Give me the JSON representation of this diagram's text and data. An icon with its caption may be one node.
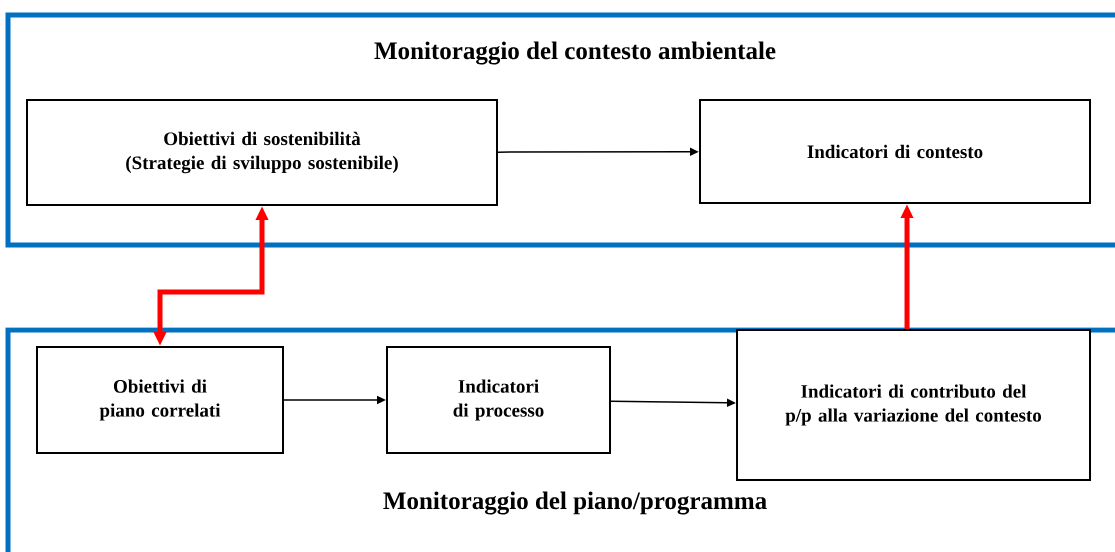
{
  "diagram": {
    "nodes": [
      {
        "text": [
          "Monitoraggio del contesto ambientale"
        ]
      },
      {
        "text": [
          "Obiettivi di sostenibilità (Strategie di sviluppo sostenibile)"
        ],
        "in": 0
      },
      {
        "text": [
          "Indicatori di contesto"
        ],
        "in": 0
      },
      {
        "text": [
          "Monitoraggio del piano/programma"
        ]
      },
      {
        "text": [
          "Obiettivi di piano correlati"
        ],
        "in": 3
      },
      {
        "text": [
          "Indicatori di processo"
        ],
        "in": 3
      },
      {
        "text": [
          "Indicatori di contributo del p/p alla variazione del contesto"
        ],
        "in": 3
      }
    ],
    "edges": [
      {
        "from": 1,
        "to": 2,
        "arrow": "to"
      },
      {
        "from": 4,
        "to": 1,
        "arrow": "both",
        "style": "thick",
        "color": "#ff0000"
      },
      {
        "from": 4,
        "to": 5,
        "arrow": "to"
      },
      {
        "from": 5,
        "to": 6,
        "arrow": "to"
      },
      {
        "from": 6,
        "to": 2,
        "arrow": "to",
        "style": "thick",
        "color": "#ff0000"
      }
    ]
  }
}
